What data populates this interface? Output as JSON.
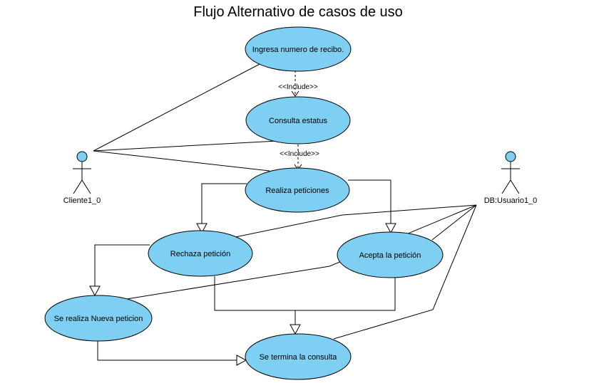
{
  "title": "Flujo Alternativo de casos de uso",
  "colors": {
    "usecase_fill": "#7ecff2",
    "line": "#000000",
    "background": "#ffffff"
  },
  "actors": {
    "cliente": "Cliente1_0",
    "db": "DB:Usuario1_0"
  },
  "use_cases": {
    "ingresa": "Ingresa numero de recibo.",
    "consulta": "Consulta estatus",
    "realiza": "Realiza peticiones",
    "rechaza": "Rechaza petición",
    "acepta": "Acepta la petición",
    "nueva": "Se realiza Nueva peticion",
    "termina": "Se termina la consulta"
  },
  "relations": {
    "include_1": "<<Include>>",
    "include_2": "<<Include>>"
  }
}
